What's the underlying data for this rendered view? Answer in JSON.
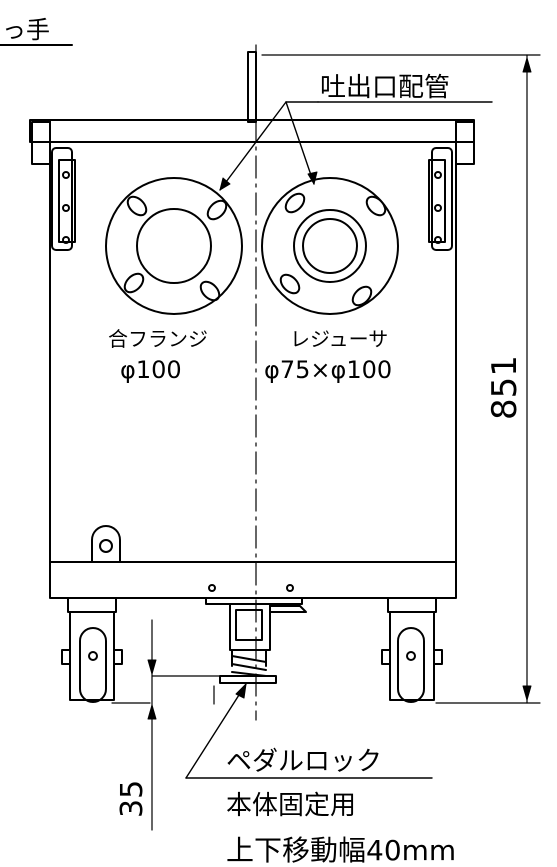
{
  "labels": {
    "handle": "っ手",
    "discharge_pipe": "吐出口配管",
    "flange_name": "合フランジ",
    "flange_size": "φ100",
    "reducer_name": "レジューサ",
    "reducer_size": "φ75×φ100",
    "height_dim": "851",
    "pedal_lock": "ペダルロック",
    "body_fix": "本体固定用",
    "travel": "上下移動幅40mm",
    "travel_dim": "35"
  }
}
